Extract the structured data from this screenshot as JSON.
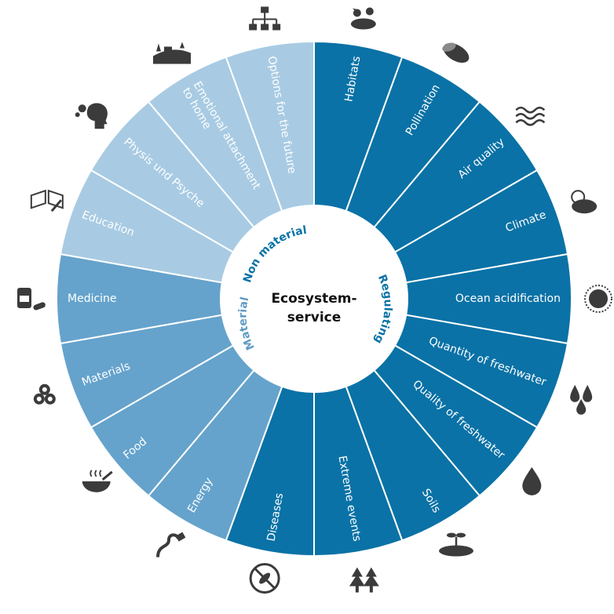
{
  "center": {
    "line1": "Ecosystem-",
    "line2": "service"
  },
  "categories": [
    {
      "key": "regulating",
      "label": "Regulating",
      "color": "#0a72a6"
    },
    {
      "key": "non_material",
      "label": "Non material",
      "color": "#0a72a6"
    },
    {
      "key": "material",
      "label": "Material",
      "color": "#5f9bc3"
    }
  ],
  "colors": {
    "regulating": "#0a72a6",
    "material": "#65a3cc",
    "non_material": "#a8cbe3",
    "divider": "#ffffff"
  },
  "services": [
    {
      "label": "Habitats",
      "group": "regulating",
      "icon": "birds-nest-icon"
    },
    {
      "label": "Pollination",
      "group": "regulating",
      "icon": "bee-icon"
    },
    {
      "label": "Air quality",
      "group": "regulating",
      "icon": "air-waves-icon"
    },
    {
      "label": "Climate",
      "group": "regulating",
      "icon": "sun-cloud-icon"
    },
    {
      "label": "Ocean acidification",
      "group": "regulating",
      "icon": "plankton-icon"
    },
    {
      "label": "Quantity of freshwater",
      "group": "regulating",
      "icon": "water-drops-icon"
    },
    {
      "label": "Quality of freshwater",
      "group": "regulating",
      "icon": "water-drop-icon"
    },
    {
      "label": "Soils",
      "group": "regulating",
      "icon": "soil-sprout-icon"
    },
    {
      "label": "Extreme events",
      "group": "regulating",
      "icon": "forest-fire-icon"
    },
    {
      "label": "Diseases",
      "group": "regulating",
      "icon": "no-mosquito-icon"
    },
    {
      "label": "Energy",
      "group": "material",
      "icon": "power-plug-icon"
    },
    {
      "label": "Food",
      "group": "material",
      "icon": "food-bowl-icon"
    },
    {
      "label": "Materials",
      "group": "material",
      "icon": "wood-logs-icon"
    },
    {
      "label": "Medicine",
      "group": "material",
      "icon": "medicine-icon"
    },
    {
      "label": "Education",
      "group": "non_material",
      "icon": "book-icon"
    },
    {
      "label": "Physis und Psyche",
      "group": "non_material",
      "icon": "thinking-head-icon"
    },
    {
      "label": "Emotional attachment to home",
      "group": "non_material",
      "icon": "farm-landscape-icon"
    },
    {
      "label": "Options for the future",
      "group": "non_material",
      "icon": "hierarchy-icon"
    }
  ]
}
